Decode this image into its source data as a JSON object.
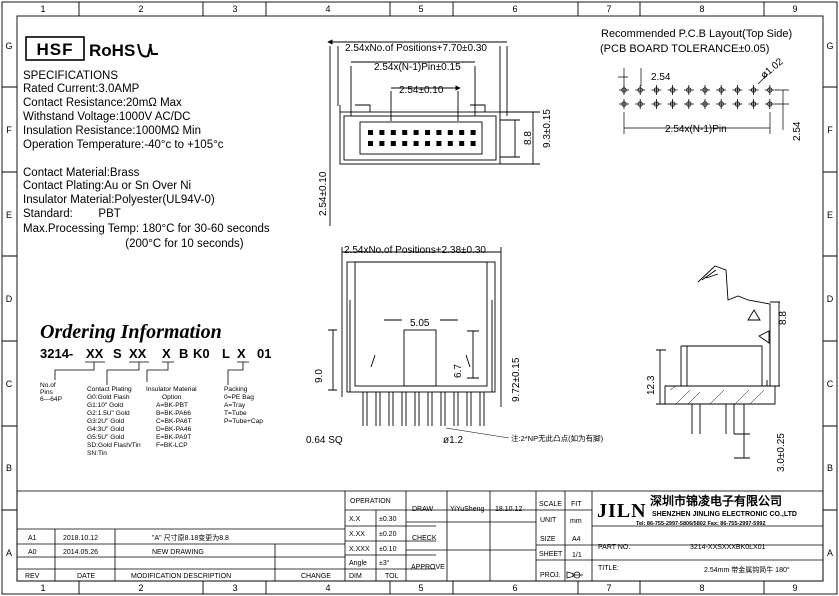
{
  "grid": {
    "columns": [
      "1",
      "2",
      "3",
      "4",
      "5",
      "6",
      "7",
      "8",
      "9"
    ],
    "rows": [
      "G",
      "F",
      "E",
      "D",
      "C",
      "B",
      "A"
    ]
  },
  "logos": {
    "hsf": "HSF",
    "rohs": "RoHS",
    "ul": "UL"
  },
  "specs": {
    "heading": "SPECIFICATIONS",
    "lines": [
      "Rated Current:3.0AMP",
      "Contact Resistance:20mΩ Max",
      "Withstand Voltage:1000V AC/DC",
      "Insulation Resistance:1000MΩ Min",
      "Operation Temperature:-40°c to +105°c",
      "",
      "Contact Material:Brass",
      "Contact Plating:Au or Sn Over Ni",
      "Insulator Material:Polyester(UL94V-0)",
      "Standard:        PBT",
      "Max.Processing Temp: 180°C for 30-60 seconds",
      "                                (200°C for 10 seconds)"
    ]
  },
  "ordering": {
    "title": "Ordering Information",
    "code_parts": [
      "3214-",
      "XX",
      "S",
      "XX",
      "X",
      "B",
      "K0",
      "L",
      "X",
      "01"
    ],
    "no_of_pins": [
      "No.of",
      "Pins",
      "6---64P"
    ],
    "contact_plating": [
      "Contact  Plating",
      "G0:Gold  Flash",
      "G1:10\"  Gold",
      "G2:1.5U\"  Gold",
      "G3:2U\"  Gold",
      "G4:3U\"  Gold",
      "G5:5U\"  Gold",
      "SD:Gold  Flash/Tin",
      "SN:Tin"
    ],
    "insulator": [
      "Insulator  Material",
      "Option",
      "A=BK-PBT",
      "B=BK-PA66",
      "C=BK-PA6T",
      "D=BK-PA46",
      "E=BK-PA9T",
      "F=BK-LCP"
    ],
    "packing": [
      "Packing",
      "0=PE  Bag",
      "A=Tray",
      "T=Tube",
      "P=Tube+Cap"
    ]
  },
  "dims": {
    "top_overall": "2.54xNo.of  Positions+7.70±0.30",
    "top_pin": "2.54x(N-1)Pin±0.15",
    "top_pitch": "2.54±0.10",
    "top_8_8": "8.8",
    "top_9_3": "9.3±0.15",
    "top_left": "2.54±0.10",
    "front_overall": "2.54xNo.of  Positions+2.38±0.30",
    "front_5_05": "5.05",
    "front_6_7": "6.7",
    "front_9_0": "9.0",
    "front_9_72": "9.72±0.15",
    "front_sq": "0.64  SQ",
    "front_dia": "ø1.2",
    "front_note": "注:2*NP无此凸点(如为有脚)",
    "side_8_8": "8.8",
    "side_12_3": "12.3",
    "side_3_0": "3.0±0.25"
  },
  "pcb": {
    "title": "Recommended  P.C.B  Layout(Top  Side)",
    "subtitle": "(PCB  BOARD  TOLERANCE±0.05)",
    "pitch": "2.54",
    "hole": "ø1.02",
    "pin_span": "2.54x(N-1)Pin",
    "row_pitch": "2.54"
  },
  "titleblock": {
    "operation": "OPERATION",
    "tol_rows": [
      [
        "X.X",
        "±0.30"
      ],
      [
        "X.XX",
        "±0.20"
      ],
      [
        "X.XXX",
        "±0.10"
      ],
      [
        "Angle",
        "±3°"
      ]
    ],
    "dim": "DIM",
    "tol": "TOL",
    "draw": "DRAW",
    "draw_name": "YiYuSheng",
    "draw_date": "18.10.12",
    "check": "CHECK",
    "approve": "APPROVE",
    "scale": "SCALE",
    "scale_val": "FIT",
    "unit": "UNIT",
    "unit_val": "mm",
    "size": "SIZE",
    "size_val": "A4",
    "sheet": "SHEET",
    "sheet_val": "1/1",
    "proj": "PROJ.",
    "company_logo": "JILN",
    "company_cn": "深圳市锦凌电子有限公司",
    "company_en": "SHENZHEN JINLING ELECTRONIC CO.,LTD",
    "company_tel": "Tel: 86-755-2997-5806/5802   Fax: 86-755-2997-5992",
    "part_no_label": "PART  NO.",
    "part_no": "3214-XXSXXXBK0LX01",
    "title_label": "TITLE:",
    "title_val": "2.54mm  带金属钩简牛  180°",
    "revisions": [
      {
        "rev": "A1",
        "date": "2018.10.12",
        "desc": "\"A\" 尺寸原8.18变更为8.8"
      },
      {
        "rev": "A0",
        "date": "2014.05.26",
        "desc": "NEW  DRAWING"
      }
    ],
    "rev_h": "REV",
    "date_h": "DATE",
    "desc_h": "MODIFICATION  DESCRIPTION",
    "change_h": "CHANGE"
  }
}
